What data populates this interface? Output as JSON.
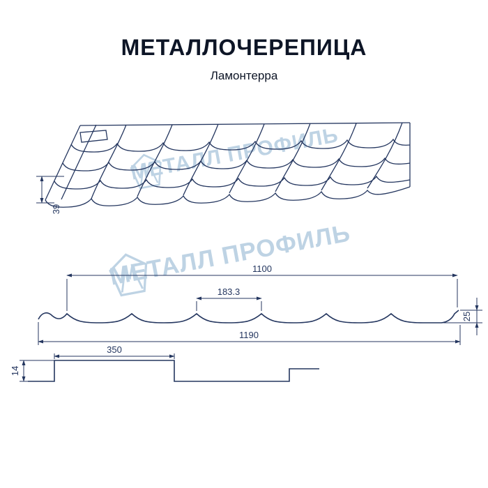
{
  "title": "МЕТАЛЛОЧЕРЕПИЦА",
  "subtitle": "Ламонтерра",
  "watermark": {
    "text": "МЕТАЛЛ ПРОФИЛЬ"
  },
  "colors": {
    "line": "#24365f",
    "watermark": "#bed3e4",
    "background": "#ffffff"
  },
  "roof_view": {
    "dim_step_height": "39"
  },
  "profile_view": {
    "dim_module_width": "1100",
    "dim_wave_pitch": "183.3",
    "dim_profile_height": "25",
    "dim_total_width": "1190"
  },
  "step_view": {
    "dim_step_length": "350",
    "dim_step_height": "14"
  }
}
